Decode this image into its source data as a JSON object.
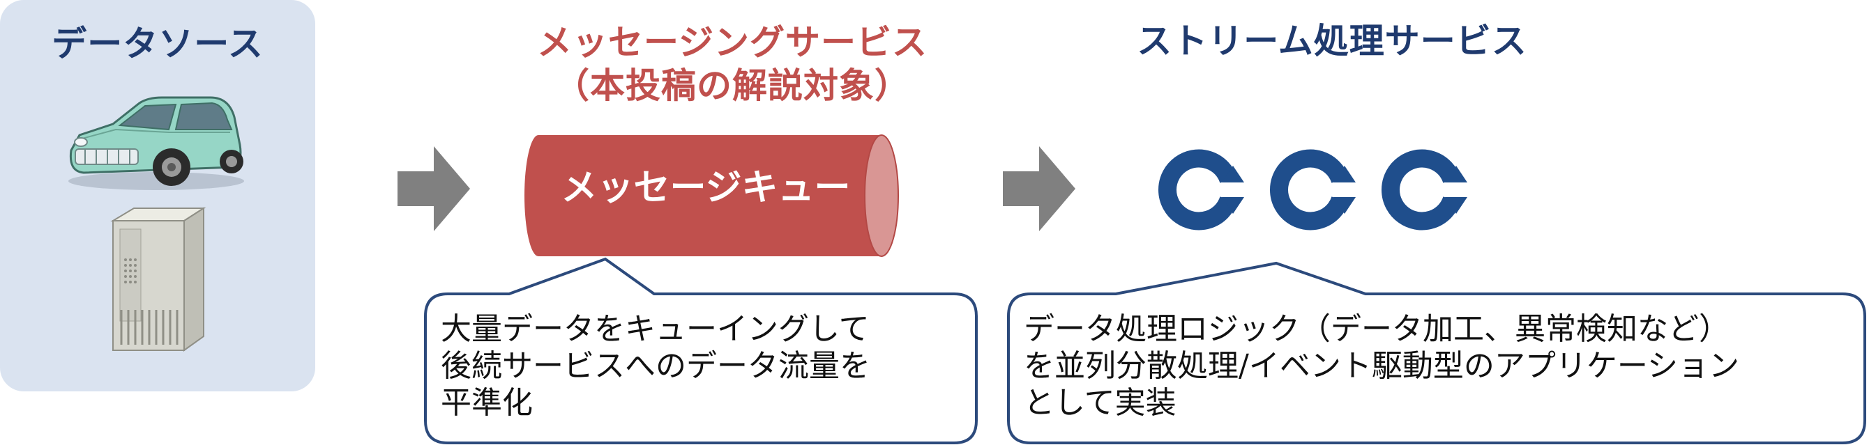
{
  "data_source": {
    "title": "データソース",
    "illustrations": [
      "car-icon",
      "server-icon"
    ]
  },
  "messaging_service": {
    "title_line1": "メッセージングサービス",
    "title_line2": "（本投稿の解説対象）",
    "queue_label": "メッセージキュー",
    "description_lines": [
      "大量データをキューイングして",
      "後続サービスへのデータ流量を",
      "平準化"
    ]
  },
  "stream_processing_service": {
    "title": "ストリーム処理サービス",
    "icons": [
      "cycle-icon",
      "cycle-icon",
      "cycle-icon"
    ],
    "description_lines": [
      "データ処理ロジック（データ加工、異常検知など）",
      "を並列分散処理/イベント駆動型のアプリケーション",
      "として実装"
    ]
  },
  "colors": {
    "source_panel": "#dae3f0",
    "navy_title": "#1f3a6e",
    "red_title": "#c0504d",
    "queue_body": "#c0504d",
    "queue_end": "#d99694",
    "arrow": "#808080",
    "cycle_icon": "#1f4e8c",
    "callout_border": "#2c4a7c"
  }
}
